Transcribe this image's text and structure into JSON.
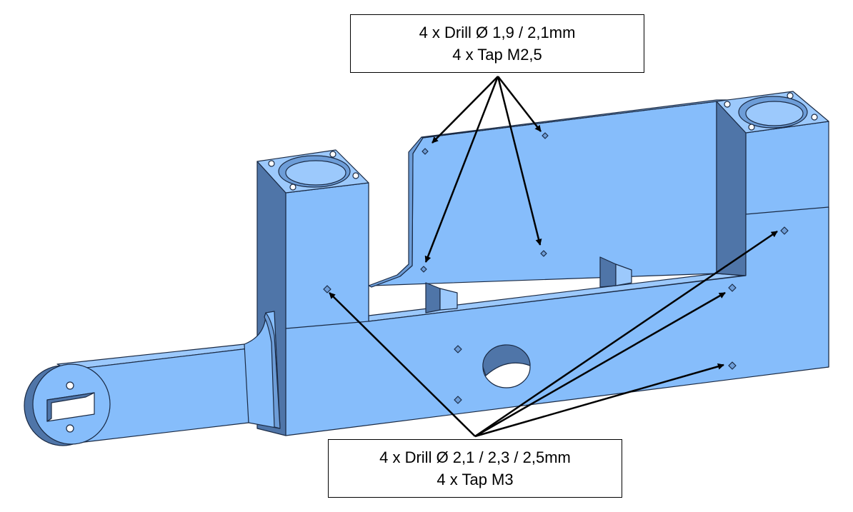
{
  "callouts": {
    "top": {
      "line1": "4 x Drill Ø 1,9 / 2,1mm",
      "line2": "4 x Tap M2,5"
    },
    "bottom": {
      "line1": "4 x Drill Ø 2,1 / 2,3 / 2,5mm",
      "line2": "4 x Tap M3"
    }
  },
  "colors": {
    "part_face": "#86bdfb",
    "part_light": "#9cc9fc",
    "part_shadow": "#4f75a8",
    "part_mid": "#6d9dd8",
    "edge": "#1a2a44",
    "arrow": "#000000"
  }
}
